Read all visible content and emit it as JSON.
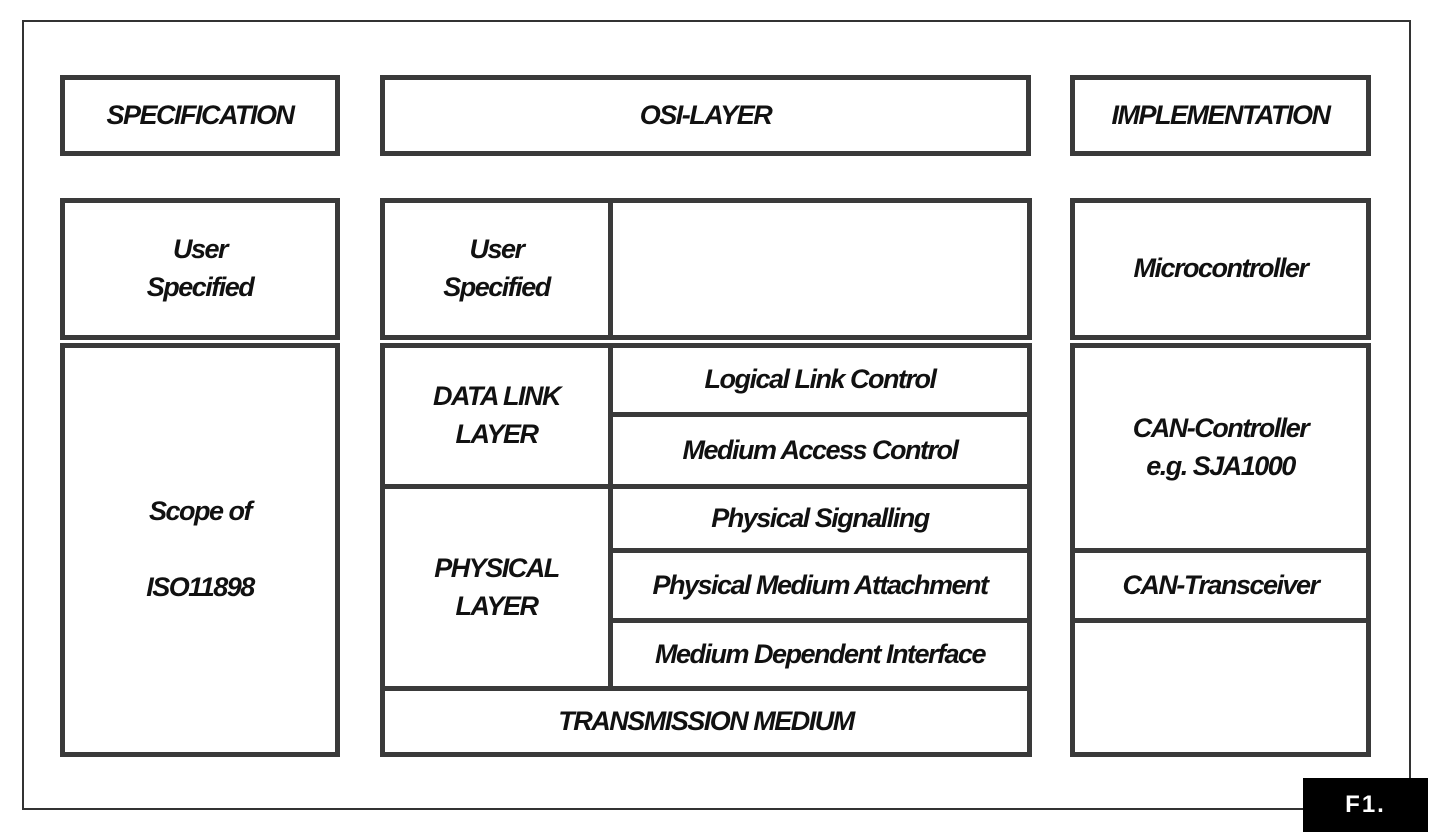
{
  "headers": {
    "specification": "SPECIFICATION",
    "osi_layer": "OSI-LAYER",
    "implementation": "IMPLEMENTATION"
  },
  "specification": {
    "user_specified": "User\nSpecified",
    "scope": "Scope of\n\nISO11898"
  },
  "osi": {
    "user_specified": "User\nSpecified",
    "data_link_layer": "DATA LINK\nLAYER",
    "physical_layer": "PHYSICAL\nLAYER",
    "logical_link_control": "Logical Link Control",
    "medium_access_control": "Medium Access  Control",
    "physical_signalling": "Physical Signalling",
    "physical_medium_attachment": "Physical Medium Attachment",
    "medium_dependent_interface": "Medium Dependent Interface",
    "transmission_medium": "TRANSMISSION MEDIUM"
  },
  "implementation": {
    "microcontroller": "Microcontroller",
    "can_controller": "CAN-Controller\ne.g. SJA1000",
    "can_transceiver": "CAN-Transceiver"
  },
  "figure_label": "F1."
}
